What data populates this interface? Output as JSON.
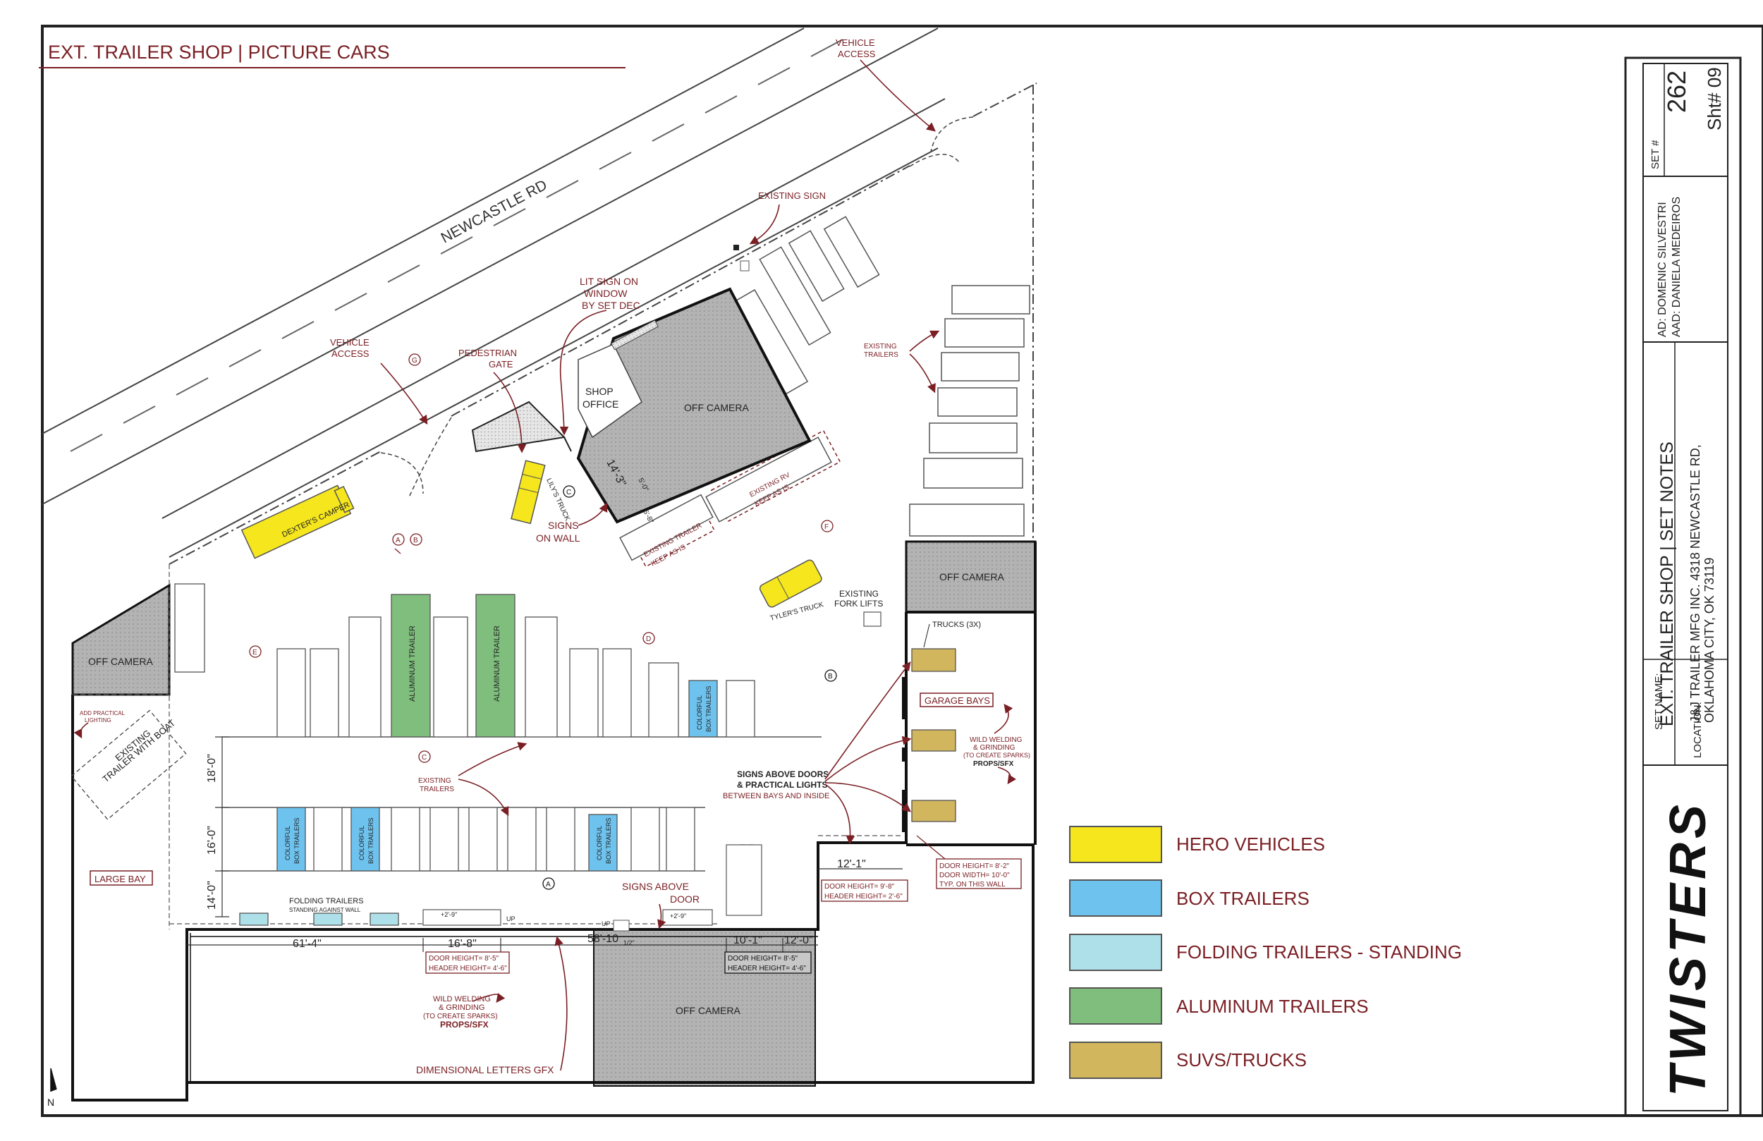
{
  "sheet_title": "EXT. TRAILER SHOP | PICTURE CARS",
  "street_name": "NEWCASTLE RD",
  "north_label": "N",
  "colors": {
    "hero": "#f5e61e",
    "box": "#6ec2ee",
    "folding": "#aee0ea",
    "aluminum": "#7fbe7d",
    "suvs": "#d1b65e",
    "off_camera": "#a6a6a6",
    "annotation": "#7a1f24"
  },
  "labels": {
    "vehicle_access_top": [
      "VEHICLE",
      "ACCESS"
    ],
    "vehicle_access_left": [
      "VEHICLE",
      "ACCESS"
    ],
    "existing_sign": "EXISTING SIGN",
    "lit_sign": [
      "LIT SIGN ON",
      "WINDOW",
      "BY SET DEC"
    ],
    "pedestrian_gate": [
      "PEDESTRIAN",
      "GATE"
    ],
    "shop_office": [
      "SHOP",
      "OFFICE"
    ],
    "off_camera": "OFF CAMERA",
    "existing_trailers_right": [
      "EXISTING",
      "TRAILERS"
    ],
    "existing_rv": [
      "EXISTING RV",
      "KEEP AS IS"
    ],
    "existing_trailer": [
      "EXISTING TRAILER",
      "KEEP AS IS"
    ],
    "signs_on_wall": [
      "SIGNS",
      "ON WALL"
    ],
    "dexters_camper": "DEXTER'S CAMPER",
    "lilys_truck": "LILY'S TRUCK",
    "tylers_truck": "TYLER'S TRUCK",
    "existing_fork_lifts": [
      "EXISTING",
      "FORK LIFTS"
    ],
    "trucks_3x": "TRUCKS (3X)",
    "garage_bays": "GARAGE BAYS",
    "wild_welding_right": [
      "WILD WELDING",
      "& GRINDING",
      "(TO CREATE SPARKS)",
      "PROPS/SFX"
    ],
    "wild_welding_bottom": [
      "WILD WELDING",
      "& GRINDING",
      "(TO CREATE SPARKS)",
      "PROPS/SFX"
    ],
    "signs_above_doors": [
      "SIGNS ABOVE DOORS",
      "& PRACTICAL LIGHTS",
      "BETWEEN BAYS AND INSIDE"
    ],
    "aluminum_trailer": "ALUMINUM TRAILER",
    "colorful_box_trailers": [
      "COLORFUL",
      "BOX TRAILERS"
    ],
    "existing_trailers_center": [
      "EXISTING",
      "TRAILERS"
    ],
    "add_practical_lighting": [
      "ADD PRACTICAL",
      "LIGHTING"
    ],
    "existing_trailer_boat": [
      "EXISTING",
      "TRAILER WITH BOAT"
    ],
    "large_bay": "LARGE BAY",
    "folding_trailers": [
      "FOLDING TRAILERS",
      "STANDING AGAINST WALL"
    ],
    "signs_above_door": [
      "SIGNS ABOVE",
      "DOOR"
    ],
    "dimensional_letters": "DIMENSIONAL LETTERS GFX",
    "door_height_center": [
      "DOOR HEIGHT= 8'-5\"",
      "HEADER HEIGHT= 4'-6\""
    ],
    "door_height_right": [
      "DOOR HEIGHT= 8'-5\"",
      "HEADER HEIGHT= 4'-6\""
    ],
    "door_height_bay": [
      "DOOR HEIGHT= 9'-8\"",
      "HEADER HEIGHT= 2'-6\""
    ],
    "door_spec_wall": [
      "DOOR HEIGHT= 8'-2\"",
      "DOOR WIDTH= 10'-0\"",
      "TYP. ON THIS WALL"
    ],
    "up": "UP",
    "elev_1": "+2'-9\"",
    "elev_2": "+2'-9\""
  },
  "dimensions": {
    "d61_4": "61'-4\"",
    "d16_8": "16'-8\"",
    "d58_10": "58'-10",
    "d58_10_frac": "1/2\"",
    "d10_1": "10'-1\"",
    "d12_0": "12'-0\"",
    "d12_1": "12'-1\"",
    "d18_0": "18'-0\"",
    "d16_0": "16'-0\"",
    "d14_0": "14'-0\"",
    "d14_3": "14'-3\"",
    "d5_0": "5'-0\"",
    "d5_8": "5'-8\""
  },
  "view_markers": [
    "A",
    "B",
    "C",
    "D",
    "E",
    "F",
    "G"
  ],
  "legend": [
    {
      "label": "HERO VEHICLES",
      "color_key": "hero"
    },
    {
      "label": "BOX TRAILERS",
      "color_key": "box"
    },
    {
      "label": "FOLDING TRAILERS - STANDING",
      "color_key": "folding"
    },
    {
      "label": "ALUMINUM TRAILERS",
      "color_key": "aluminum"
    },
    {
      "label": "SUVS/TRUCKS",
      "color_key": "suvs"
    }
  ],
  "title_block": {
    "set_number_label": "SET #",
    "set_number": "262",
    "sheet_number": "Sht# 09",
    "ad": "AD: DOMENIC SILVESTRI",
    "aad": "AAD: DANIELA MEDEIROS",
    "set_name_label": "SET NAME:",
    "set_name": "EXT. TRAILER SHOP | SET NOTES",
    "location_label": "LOCATION:",
    "location_line1": "J&J TRAILER MFG INC. 4318 NEWCASTLE RD,",
    "location_line2": "OKLAHOMA CITY, OK 73119",
    "logo": "TWISTERS"
  }
}
